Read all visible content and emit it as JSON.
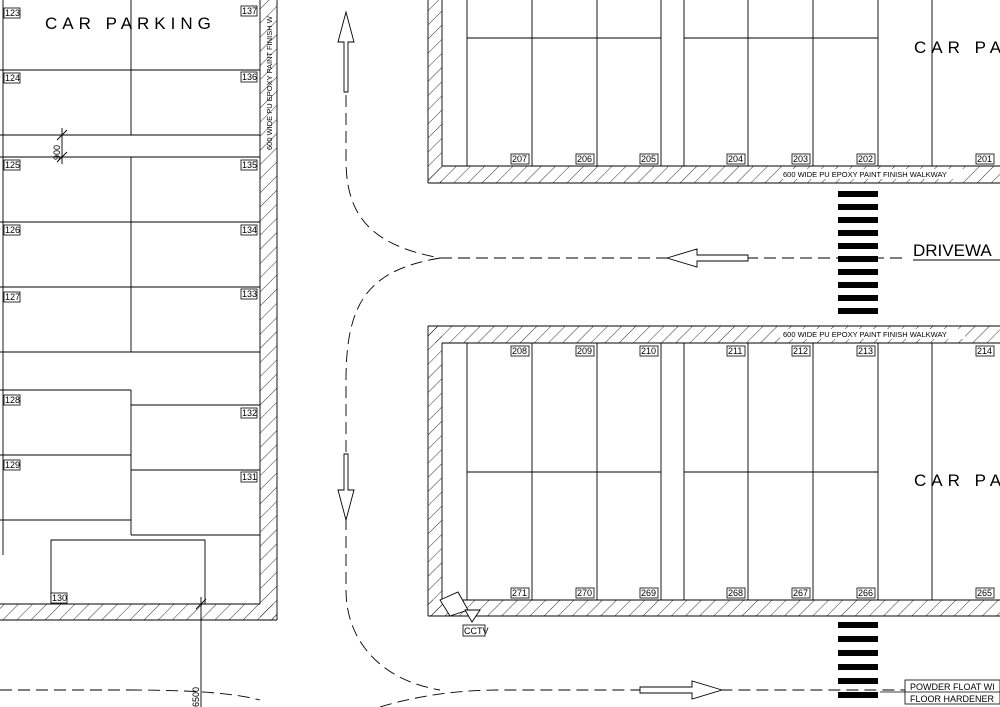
{
  "labels": {
    "car_parking_left": "CAR PARKING",
    "car_parking_right_top": "CAR PA",
    "car_parking_right_bottom": "CAR PA",
    "driveway": "DRIVEWA",
    "walkway_top": "600 WIDE PU EPOXY PAINT FINISH WALKWAY",
    "walkway_bottom": "600 WIDE PU EPOXY PAINT FINISH WALKWAY",
    "walkway_vertical": "600 WIDE PU EPOXY PAINT FINISH W",
    "cctv": "CCTV",
    "note_line1": "POWDER FLOAT WI",
    "note_line2": "FLOOR HARDENER",
    "dim_900": "900",
    "dim_6500": "6500"
  },
  "bays_left": [
    "123",
    "124",
    "125",
    "126",
    "127",
    "128",
    "129",
    "130",
    "131",
    "132",
    "133",
    "134",
    "135",
    "136",
    "137"
  ],
  "bays_top_row": [
    "207",
    "206",
    "205",
    "204",
    "203",
    "202",
    "201"
  ],
  "bays_middle_row": [
    "208",
    "209",
    "210",
    "211",
    "212",
    "213",
    "214"
  ],
  "bays_bottom_row": [
    "271",
    "270",
    "269",
    "268",
    "267",
    "266",
    "265"
  ]
}
